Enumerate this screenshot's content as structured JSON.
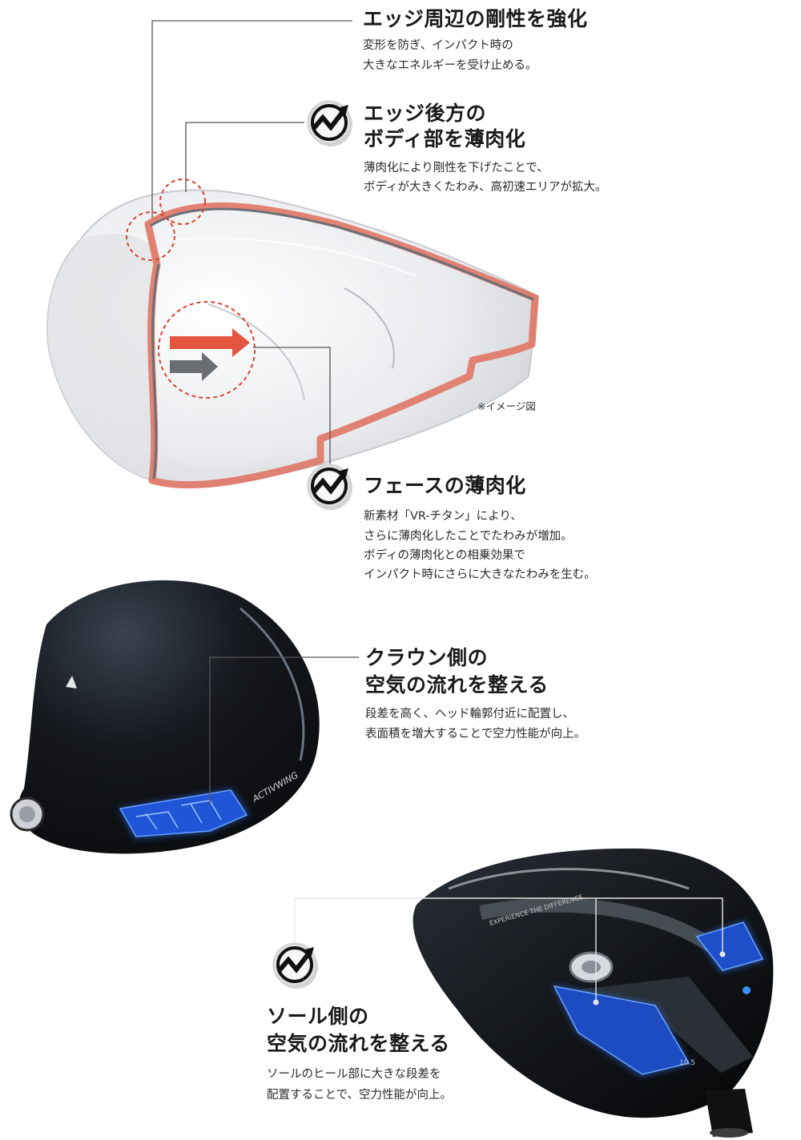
{
  "features": {
    "edge_rigidity": {
      "title": "エッジ周辺の剛性を強化",
      "lines": [
        "変形を防ぎ、インパクト時の",
        "大きなエネルギーを受け止める。"
      ]
    },
    "body_thin": {
      "title_lines": [
        "エッジ後方の",
        "ボディ部を薄肉化"
      ],
      "lines": [
        "薄肉化により剛性を下げたことで、",
        "ボディが大きくたわみ、高初速エリアが拡大。"
      ]
    },
    "face_thin": {
      "title": "フェースの薄肉化",
      "lines": [
        "新素材「VR-チタン」により、",
        "さらに薄肉化したことでたわみが増加。",
        "ボディの薄肉化との相乗効果で",
        "インパクト時にさらに大きなたわみを生む。"
      ]
    },
    "crown_air": {
      "title_lines": [
        "クラウン側の",
        "空気の流れを整える"
      ],
      "lines": [
        "段差を高く、ヘッド輪郭付近に配置し、",
        "表面積を増大することで空力性能が向上。"
      ]
    },
    "sole_air": {
      "title_lines": [
        "ソール側の",
        "空気の流れを整える"
      ],
      "lines": [
        "ソールのヒール部に大きな段差を",
        "配置することで、空力性能が向上。"
      ]
    }
  },
  "image_note": "※イメージ図",
  "club_text": {
    "crown_logo": "ACTIVWING",
    "sole_text": "EXPERIENCE THE DIFFERENCE",
    "loft": "10.5"
  },
  "icons": [
    "performance-up-arrow-icon"
  ],
  "colors": {
    "accent_red": "#e07565",
    "dashed_red": "#d9432f",
    "highlight_blue": "#2f6df0",
    "club_black": "#15181d"
  }
}
